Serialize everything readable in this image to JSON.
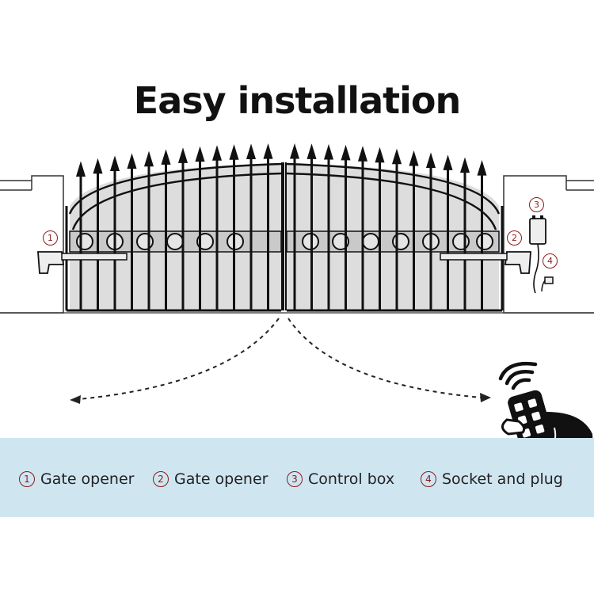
{
  "title": "Easy installation",
  "markers": {
    "m1": "1",
    "m2": "2",
    "m3": "3",
    "m4": "4"
  },
  "legend": [
    {
      "num": "1",
      "label": "Gate opener"
    },
    {
      "num": "2",
      "label": "Gate opener"
    },
    {
      "num": "3",
      "label": "Control box"
    },
    {
      "num": "4",
      "label": "Socket and plug"
    }
  ],
  "colors": {
    "ink": "#111111",
    "marker": "#8b1a1a",
    "band": "#cfe6f1"
  },
  "icons": [
    "gate-illustration",
    "remote-control-icon",
    "wifi-signal-icon",
    "control-box-icon",
    "socket-plug-icon"
  ]
}
